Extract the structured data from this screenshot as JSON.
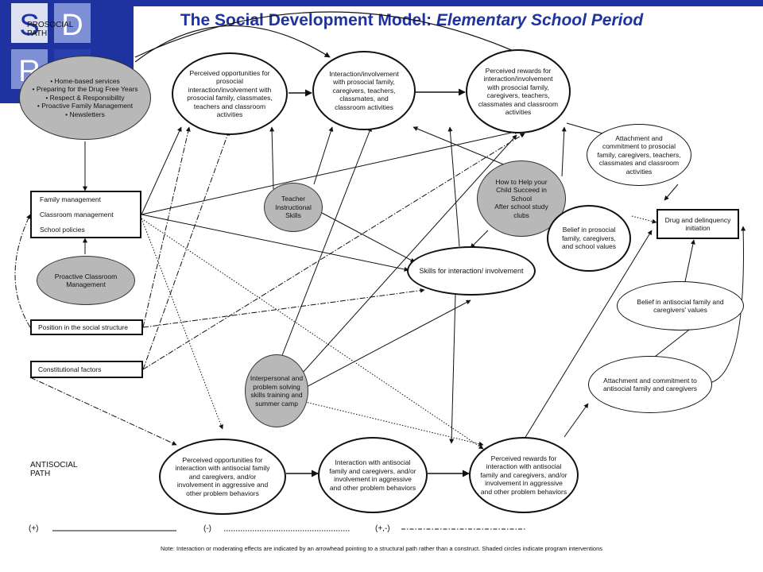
{
  "header": {
    "title_main": "The Social Development Model: ",
    "title_sub": "Elementary School Period",
    "logo_letters": [
      "S",
      "D",
      "R"
    ],
    "prosocial_label": "PROSOCIAL PATH"
  },
  "antisocial_label": "ANTISOCIAL PATH",
  "nodes": {
    "home_services": "• Home-based services\n• Preparing for the Drug Free Years\n• Respect & Responsibility\n• Proactive Family Management\n• Newsletters",
    "perceived_opps_prosocial": "Perceived opportunities for prosocial interaction/involvement with prosocial family, classmates, teachers and classroom activities",
    "interaction_prosocial": "Interaction/involvement with prosocial family, caregivers, teachers, classmates, and classroom activities",
    "perceived_rewards_prosocial": "Perceived rewards for interaction/involvement with prosocial family, caregivers, teachers, classmates and classroom activities",
    "attachment_prosocial": "Attachment and commitment to prosocial family, caregivers, teachers, classmates and classroom activities",
    "how_to_help": "How to Help your Child Succeed in School\nAfter school study clubs",
    "belief_prosocial": "Belief in prosocial family, caregivers, and school values",
    "drug_initiation": "Drug and delinquency initiation",
    "teacher_skills": "Teacher Instructional Skills",
    "skills_interaction": "Skills for interaction/ involvement",
    "proactive_classroom": "Proactive Classroom Management",
    "belief_antisocial": "Belief in antisocial family and caregivers' values",
    "position_social": "Position in the social structure",
    "constitutional": "Constitutional factors",
    "interpersonal": "Interpersonal and problem solving skills training and summer camp",
    "attachment_antisocial": "Attachment and commitment to antisocial family and caregivers",
    "perceived_opps_antisocial": "Perceived opportunities for interaction with antisocial family and caregivers, and/or involvement in aggressive and other problem behaviors",
    "interaction_antisocial": "Interaction with antisocial family and caregivers, and/or involvement in aggressive and other problem behaviors",
    "perceived_rewards_antisocial": "Perceived rewards for interaction with antisocial family and caregivers, and/or involvement in aggressive and other problem behaviors"
  },
  "management_box": [
    "Family management",
    "Classroom management",
    "School policies"
  ],
  "legend": {
    "positive": "(+)",
    "negative": "(-)",
    "mixed": "(+,-)"
  },
  "note": "Note: Interaction or moderating effects are indicated by an arrowhead pointing to a structural path rather than a construct. Shaded circles indicate program interventions",
  "colors": {
    "header_blue": "#1f33a0",
    "shaded": "#b8b8b8",
    "title": "#1f33a0"
  }
}
